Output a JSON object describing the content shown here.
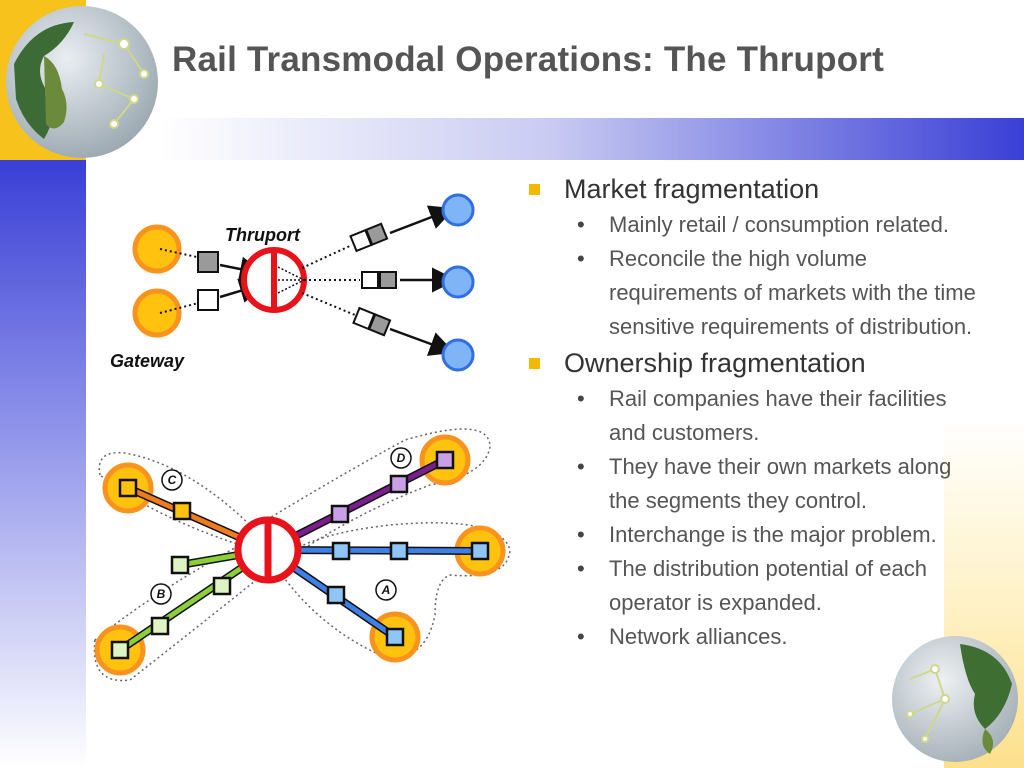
{
  "slide": {
    "title": "Rail Transmodal Operations: The Thruport"
  },
  "diagram_top": {
    "thruport_label": "Thruport",
    "gateway_label": "Gateway"
  },
  "diagram_bottom": {
    "labels": [
      "A",
      "B",
      "C",
      "D"
    ]
  },
  "bullets": [
    {
      "text": "Market fragmentation",
      "sub": [
        "Mainly retail / consumption related.",
        "Reconcile the high volume requirements of markets with the time sensitive requirements of distribution."
      ]
    },
    {
      "text": "Ownership fragmentation",
      "sub": [
        "Rail companies have their facilities and customers.",
        "They have their own markets along the segments they control.",
        "Interchange is the major problem.",
        "The distribution potential of each operator is expanded.",
        "Network alliances."
      ]
    }
  ],
  "colors": {
    "title": "#555555",
    "bullet_square": "#f5b800",
    "accent_blue": "#3a3fd6",
    "terminal_red": "#e8121b",
    "node_orange": "#f9a80e",
    "node_blue": "#6fa8f5"
  }
}
